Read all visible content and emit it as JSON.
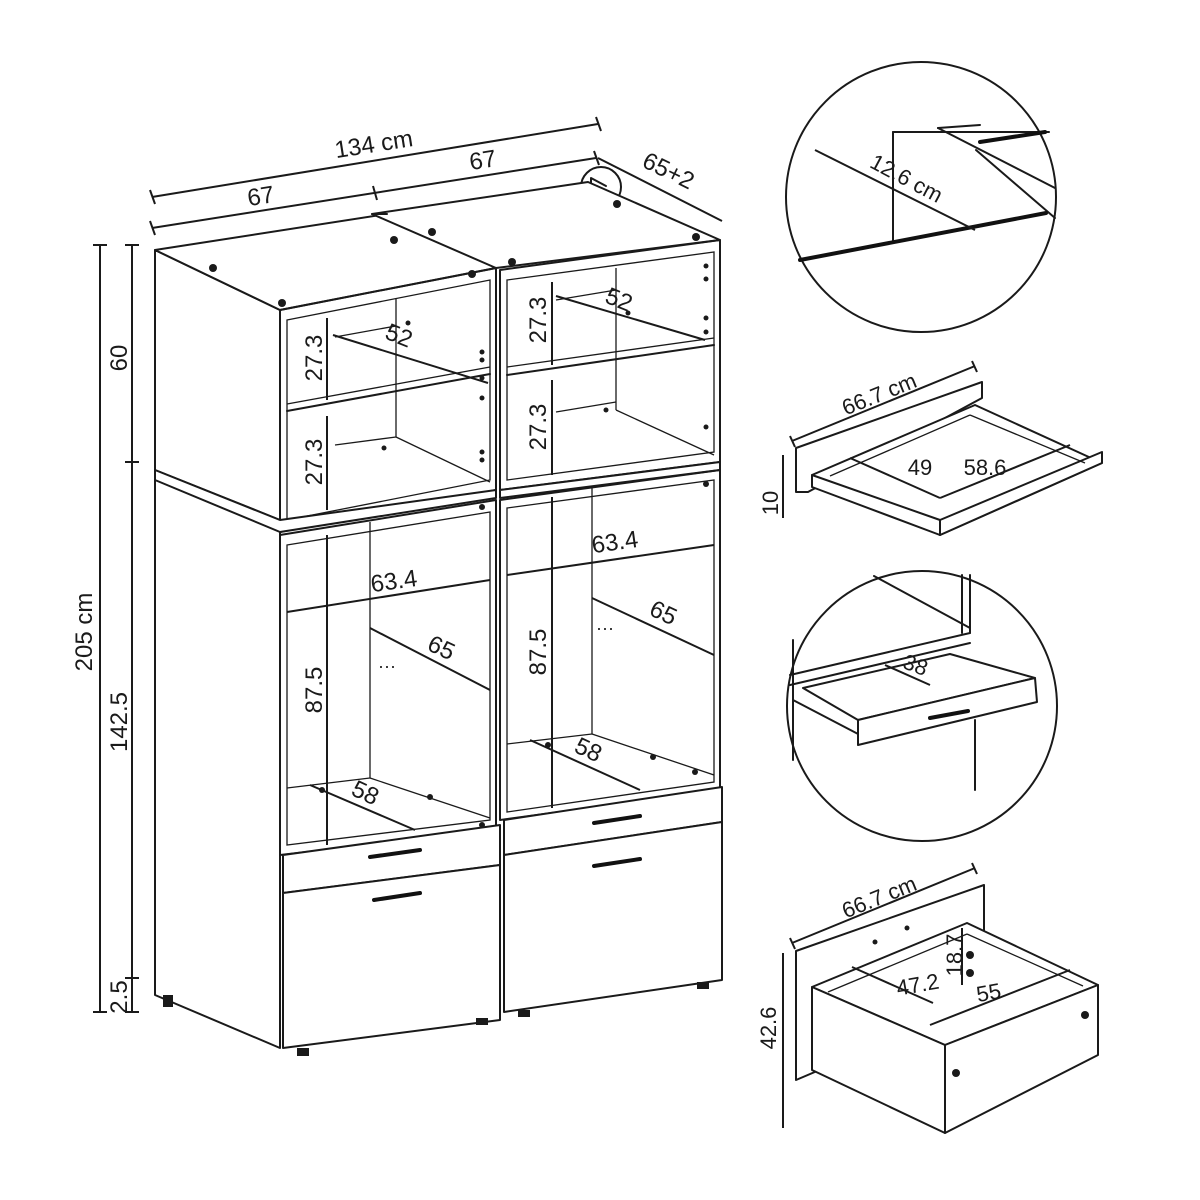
{
  "overall": {
    "total_width": "134 cm",
    "left_width": "67",
    "right_width": "67",
    "depth": "65+2",
    "total_height": "205 cm",
    "upper_height": "60",
    "lower_height": "142.5",
    "leg_height": "2.5"
  },
  "upper_compartments": {
    "left_top_height": "27.3",
    "left_top_depth": "52",
    "left_mid_height": "27.3",
    "right_top_height": "27.3",
    "right_top_depth": "52",
    "right_mid_height": "27.3"
  },
  "lower_compartments": {
    "left_width": "63.4",
    "left_height": "87.5",
    "left_depth": "65",
    "left_shelf_depth": "58",
    "right_width": "63.4",
    "right_height": "87.5",
    "right_depth": "65",
    "right_shelf_depth": "58"
  },
  "detail_circle_top": {
    "depth_label": "12.6 cm"
  },
  "detail_shelf": {
    "width": "66.7 cm",
    "depth_a": "49",
    "depth_b": "58.6",
    "height": "10"
  },
  "detail_circle_drawer": {
    "depth_label": "38"
  },
  "detail_drawer": {
    "width": "66.7 cm",
    "depth_a": "47.2",
    "depth_b": "55",
    "height_inner": "18.7",
    "height_front": "42.6"
  }
}
